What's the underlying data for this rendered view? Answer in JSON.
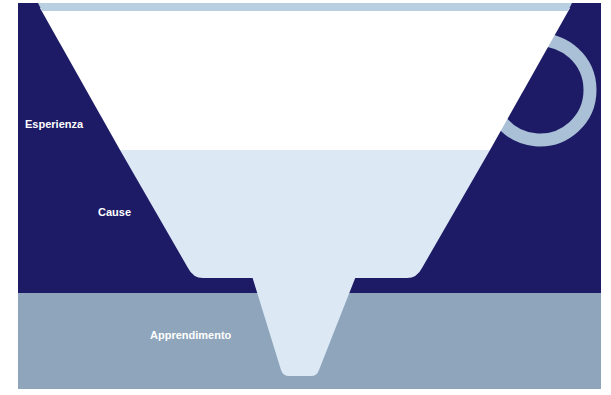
{
  "diagram": {
    "nodes": [
      {
        "text": [
          "Esperienza"
        ]
      },
      {
        "text": [
          "Cause"
        ]
      },
      {
        "text": [
          "Apprendimento"
        ]
      }
    ]
  }
}
